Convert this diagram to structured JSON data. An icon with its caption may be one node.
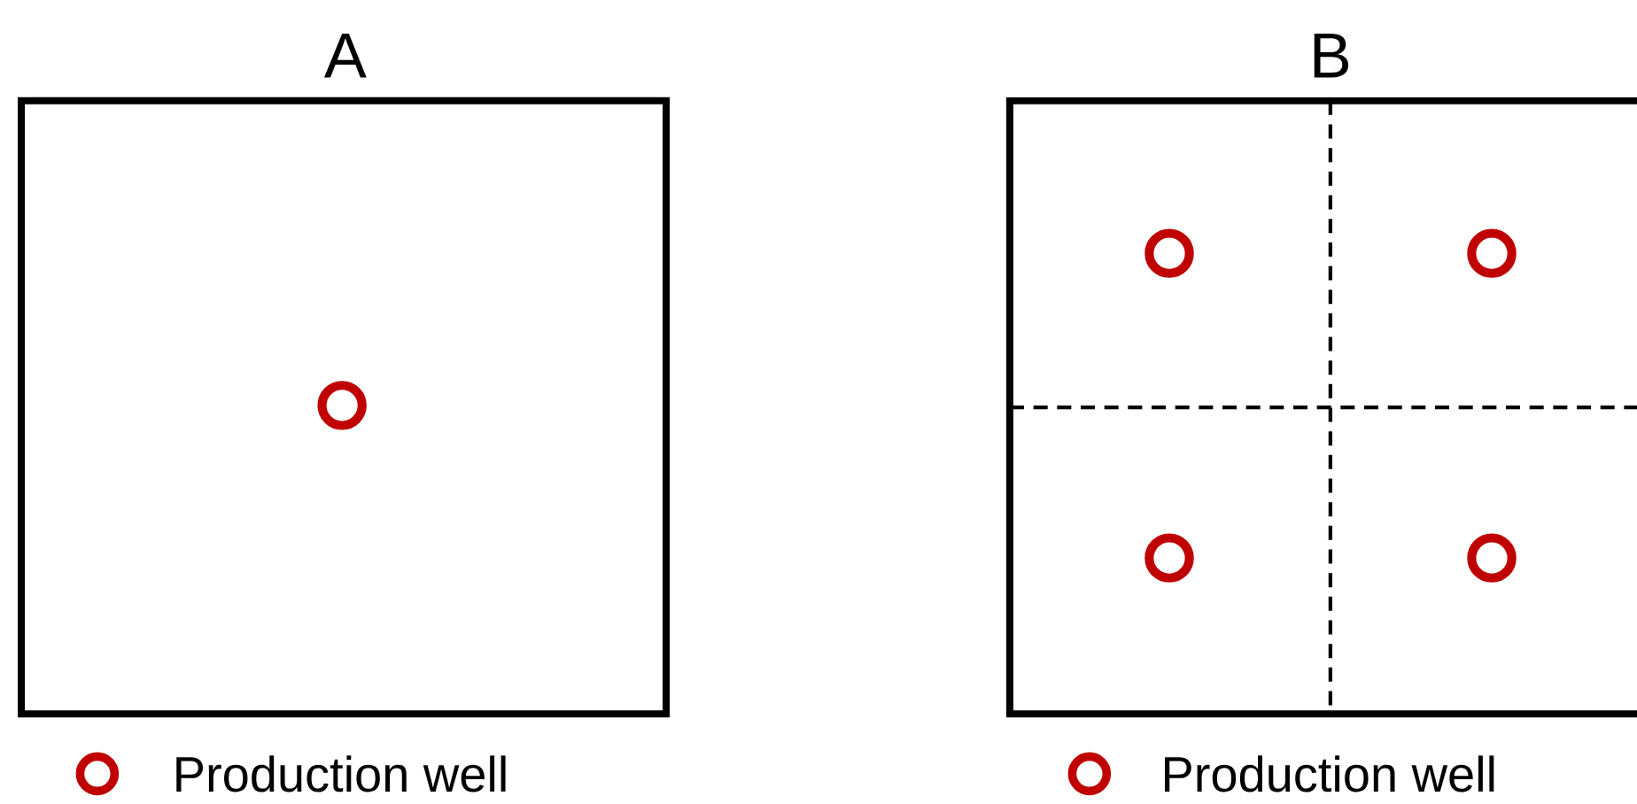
{
  "diagram": {
    "nodes": [
      {
        "text": [
          "A"
        ]
      },
      {
        "text": [],
        "shape": "circle",
        "in": 0
      },
      {
        "text": [
          "B"
        ]
      },
      {
        "text": [],
        "shape": "circle",
        "in": 2
      },
      {
        "text": [],
        "shape": "circle",
        "in": 2
      },
      {
        "text": [],
        "shape": "circle",
        "in": 2
      },
      {
        "text": [],
        "shape": "circle",
        "in": 2
      }
    ],
    "edges": [],
    "legend": [
      {
        "text": "Production well"
      },
      {
        "text": "Production well"
      }
    ]
  }
}
